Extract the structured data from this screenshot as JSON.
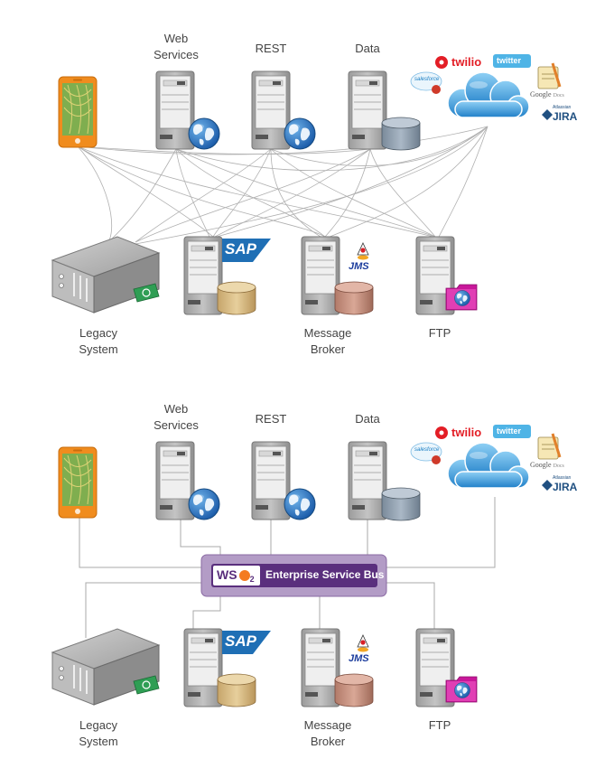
{
  "labels": {
    "web_services_1": "Web",
    "web_services_2": "Services",
    "rest": "REST",
    "data": "Data",
    "legacy_1": "Legacy",
    "legacy_2": "System",
    "broker_1": "Message",
    "broker_2": "Broker",
    "ftp": "FTP"
  },
  "brands": {
    "sap": "SAP",
    "jms": "JMS",
    "twilio": "twilio",
    "twitter": "twitter",
    "google": "Google",
    "docs": "Docs",
    "jira": "JIRA",
    "atlassian": "Atlassian",
    "salesforce": "salesforce"
  },
  "esb": {
    "logo_a": "WS",
    "logo_b": "2",
    "title": "Enterprise Service Bus"
  },
  "colors": {
    "esb_bar": "#b39cc6",
    "esb_border": "#8a6aa3",
    "esb_inner": "#5a2f7d",
    "wso2_orange": "#f47b20",
    "sap_blue": "#1f6fb5",
    "twilio_red": "#e31e26",
    "twitter_blue": "#4fb4e6",
    "jira_blue": "#205081",
    "phone_orange": "#f08c1e",
    "link_gray": "#a8a8a8"
  }
}
